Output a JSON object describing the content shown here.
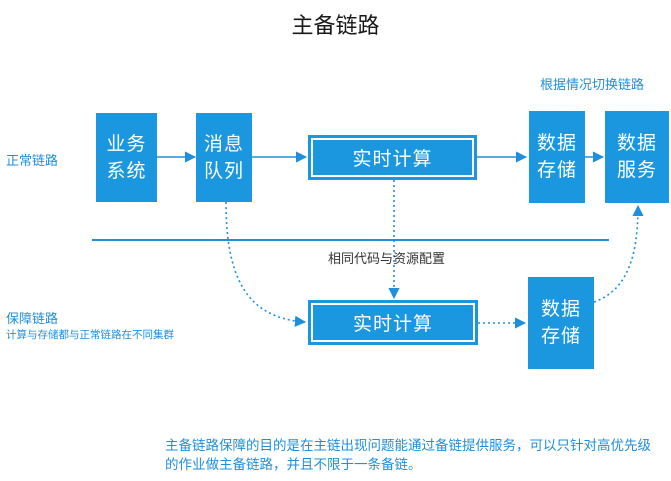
{
  "title": "主备链路",
  "labels": {
    "normal_link": "正常链路",
    "backup_link": "保障链路",
    "backup_note": "计算与存储都与正常链路在不同集群",
    "switch_note": "根据情况切换链路",
    "same_code_note": "相同代码与资源配置"
  },
  "boxes": {
    "business_system": [
      "业务",
      "系统"
    ],
    "message_queue": [
      "消息",
      "队列"
    ],
    "realtime_compute_main": "实时计算",
    "data_storage_main": [
      "数据",
      "存储"
    ],
    "data_service": [
      "数据",
      "服务"
    ],
    "realtime_compute_backup": "实时计算",
    "data_storage_backup": [
      "数据",
      "存储"
    ]
  },
  "footer": "主备链路保障的目的是在主链出现问题能通过备链提供服务，可以只针对高优先级的作业做主备链路，并且不限于一条备链。",
  "colors": {
    "accent": "#1b97e0",
    "text_blue": "#1f8fdc",
    "line": "#1f8fdc"
  }
}
